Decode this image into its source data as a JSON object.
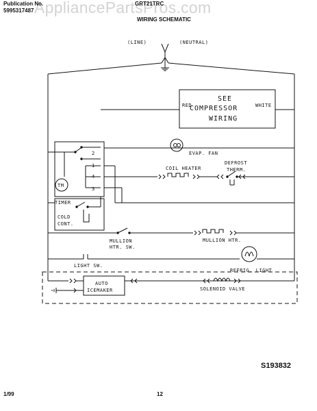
{
  "header": {
    "publication_label": "Publication No.",
    "publication_number": "5995317487",
    "model": "GRT21TRC",
    "title": "WIRING SCHEMATIC",
    "watermark": "AppliancePartsPros.com"
  },
  "supply": {
    "line": "(LINE)",
    "neutral": "(NEUTRAL)"
  },
  "compressor": {
    "line1": "SEE",
    "line2": "COMPRESSOR",
    "line3": "WIRING",
    "red": "RED",
    "white": "WHITE"
  },
  "timer": {
    "label": "TIMER",
    "motor": "TM",
    "terminals": [
      "2",
      "1",
      "4",
      "3"
    ]
  },
  "components": {
    "evap_fan": "EVAP. FAN",
    "coil_heater": "COIL HEATER",
    "defrost_therm_1": "DEFROST",
    "defrost_therm_2": "THERM.",
    "cold_control_1": "COLD",
    "cold_control_2": "CONT.",
    "mullion_sw_1": "MULLION",
    "mullion_sw_2": "HTR. SW.",
    "mullion_htr": "MULLION HTR.",
    "light_sw": "LIGHT SW.",
    "refrig_light": "REFRIG. LIGHT",
    "icemaker_1": "AUTO",
    "icemaker_2": "ICEMAKER",
    "solenoid": "SOLENOID VALVE"
  },
  "footer": {
    "date": "1/99",
    "page": "12",
    "drawing_id": "S193832"
  }
}
